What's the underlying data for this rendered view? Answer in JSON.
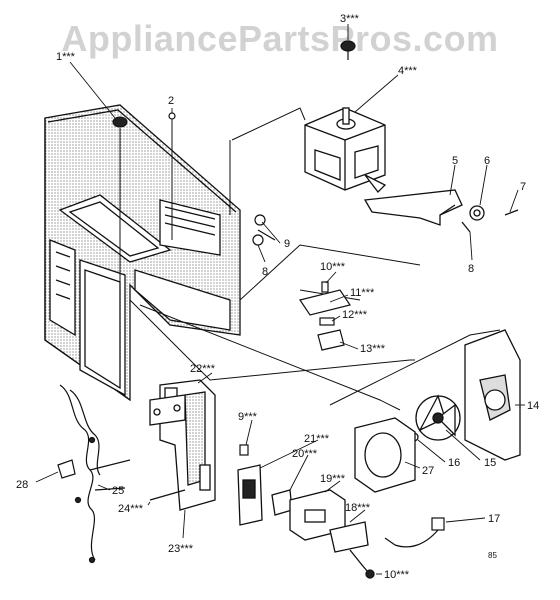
{
  "watermark": "AppliancePartsPros.com",
  "diagram_code": "85",
  "labels": {
    "p1": "1***",
    "p2": "2",
    "p3": "3***",
    "p4": "4***",
    "p5": "5",
    "p6": "6",
    "p7": "7",
    "p8a": "8",
    "p8b": "8",
    "p9": "9",
    "p9b": "9***",
    "p10a": "10***",
    "p10b": "10***",
    "p11": "11***",
    "p12": "12***",
    "p13": "13***",
    "p14": "14",
    "p15": "15",
    "p16": "16",
    "p17": "17",
    "p18": "18***",
    "p19": "19***",
    "p20": "20***",
    "p21": "21***",
    "p22": "22***",
    "p23": "23***",
    "p24": "24***",
    "p25": "25",
    "p27": "27",
    "p28": "28"
  },
  "colors": {
    "ink": "#111111",
    "watermark": "#d2d2d2"
  }
}
